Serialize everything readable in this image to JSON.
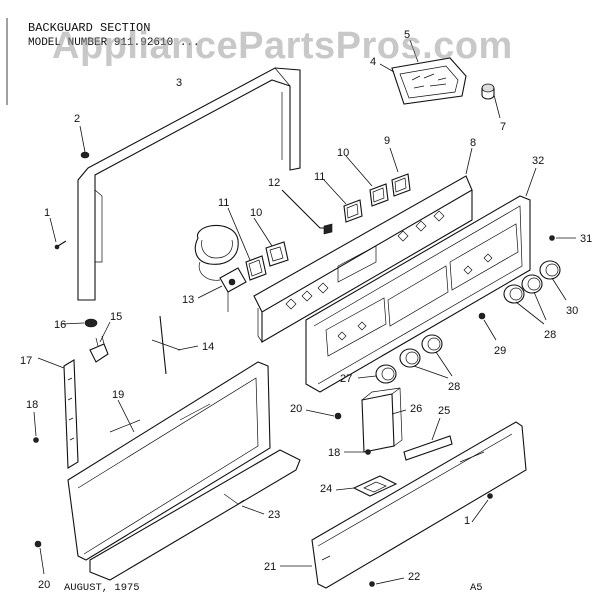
{
  "header": {
    "section_title": "BACKGUARD SECTION",
    "model_line": "MODEL NUMBER 911.92610 ..."
  },
  "watermark": "AppliancePartsPros.com",
  "footer": {
    "date": "AUGUST, 1975",
    "page_code": "A5"
  },
  "callouts": {
    "c1a": "1",
    "c1b": "1",
    "c2": "2",
    "c3": "3",
    "c4": "4",
    "c5": "5",
    "c7": "7",
    "c8": "8",
    "c9": "9",
    "c10a": "10",
    "c10b": "10",
    "c11a": "11",
    "c11b": "11",
    "c12": "12",
    "c13": "13",
    "c14": "14",
    "c15": "15",
    "c16": "16",
    "c17": "17",
    "c18a": "18",
    "c18b": "18",
    "c19": "19",
    "c20a": "20",
    "c20b": "20",
    "c21": "21",
    "c22": "22",
    "c23": "23",
    "c24": "24",
    "c25": "25",
    "c26": "26",
    "c27": "27",
    "c28a": "28",
    "c28b": "28",
    "c29": "29",
    "c30": "30",
    "c31": "31",
    "c32": "32"
  }
}
